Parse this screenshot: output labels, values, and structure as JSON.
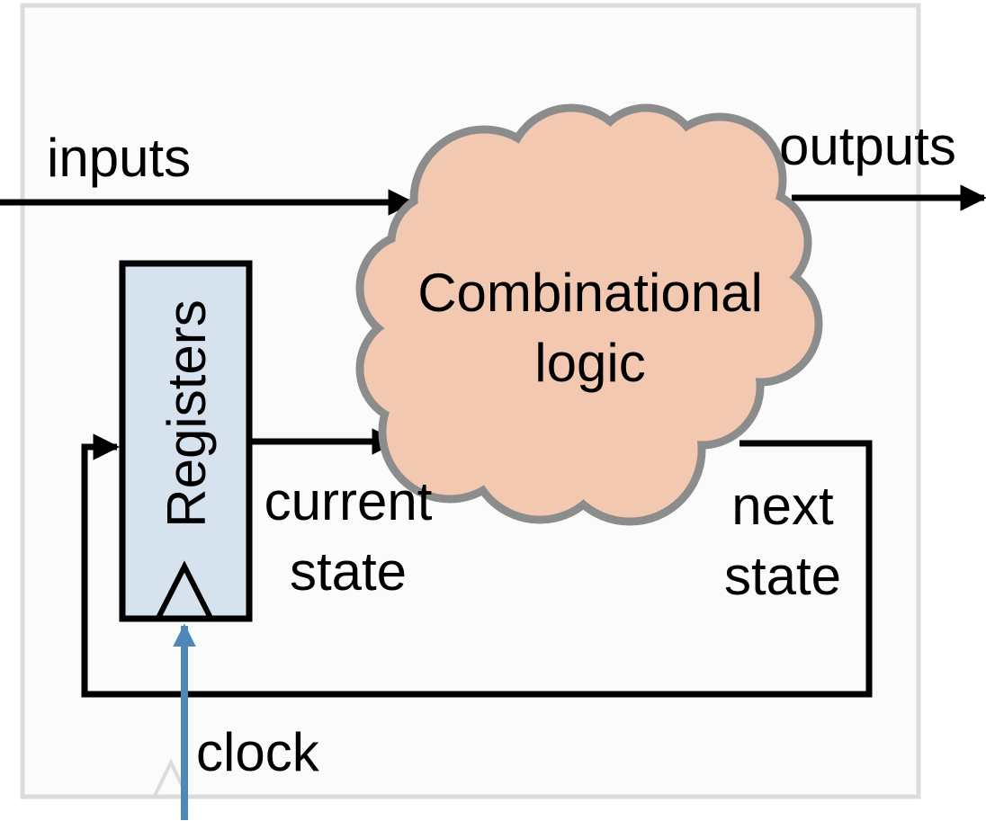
{
  "labels": {
    "inputs": "inputs",
    "outputs": "outputs",
    "logic_line1": "Combinational",
    "logic_line2": "logic",
    "registers": "Registers",
    "current_state_line1": "current",
    "current_state_line2": "state",
    "next_state_line1": "next",
    "next_state_line2": "state",
    "clock": "clock"
  },
  "colors": {
    "frame_stroke": "#dcdcdc",
    "frame_fill": "#fbfbfb",
    "cloud_fill": "#f2c9b0",
    "cloud_stroke": "#8c8c8c",
    "register_fill": "#d6e2ee",
    "clock_wire": "#4f87b9",
    "wire": "#000000"
  },
  "icons": {
    "clock_input": "clock-edge-triangle-icon",
    "cloud": "cloud-shape"
  }
}
